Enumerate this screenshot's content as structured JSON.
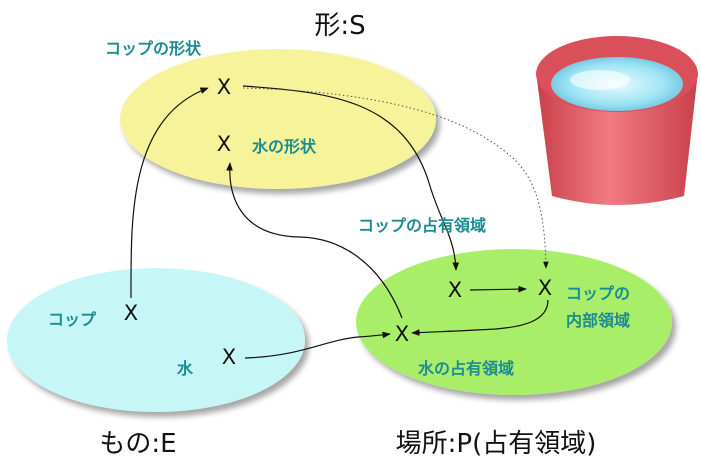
{
  "captions": {
    "form": "形:S",
    "things": "もの:E",
    "place": "場所:P(占有領域)"
  },
  "labels": {
    "cup_shape": "コップの形状",
    "water_shape": "水の形状",
    "cup_occupied": "コップの占有領域",
    "cup_interior_line1": "コップの",
    "cup_interior_line2": "内部領域",
    "cup": "コップ",
    "water": "水",
    "water_occupied": "水の占有領域"
  },
  "mark_glyph": "X",
  "colors": {
    "form_ellipse": "#f7f39a",
    "things_ellipse": "#c7f6f6",
    "place_ellipse": "#a8ee68",
    "label_text": "#1b8c93",
    "cup_body": "#e0545e",
    "cup_water": "#8fe0f2"
  }
}
